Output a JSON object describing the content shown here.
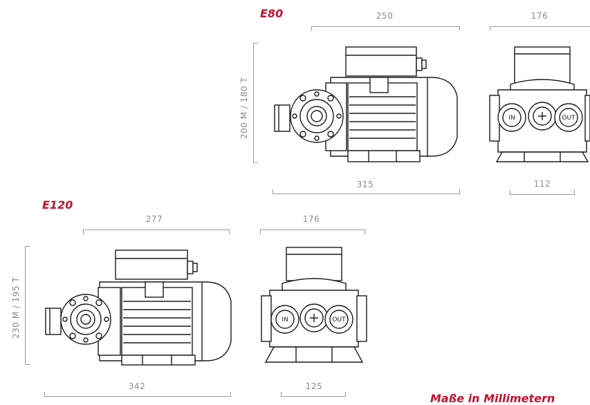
{
  "models": {
    "e80": {
      "title": "E80",
      "dims": {
        "top_width": "250",
        "depth": "176",
        "height": "200 M / 180 T",
        "bottom_width": "315",
        "front_width": "112"
      }
    },
    "e120": {
      "title": "E120",
      "dims": {
        "top_width": "277",
        "depth": "176",
        "height": "230 M / 195 T",
        "bottom_width": "342",
        "front_width": "125"
      }
    }
  },
  "pump_labels": {
    "in": "IN",
    "out": "OUT"
  },
  "footer": {
    "note": "Maße in Millimetern"
  },
  "colors": {
    "accent": "#c8102e",
    "dim": "#8a8a8a",
    "line": "#1a1a1a"
  }
}
